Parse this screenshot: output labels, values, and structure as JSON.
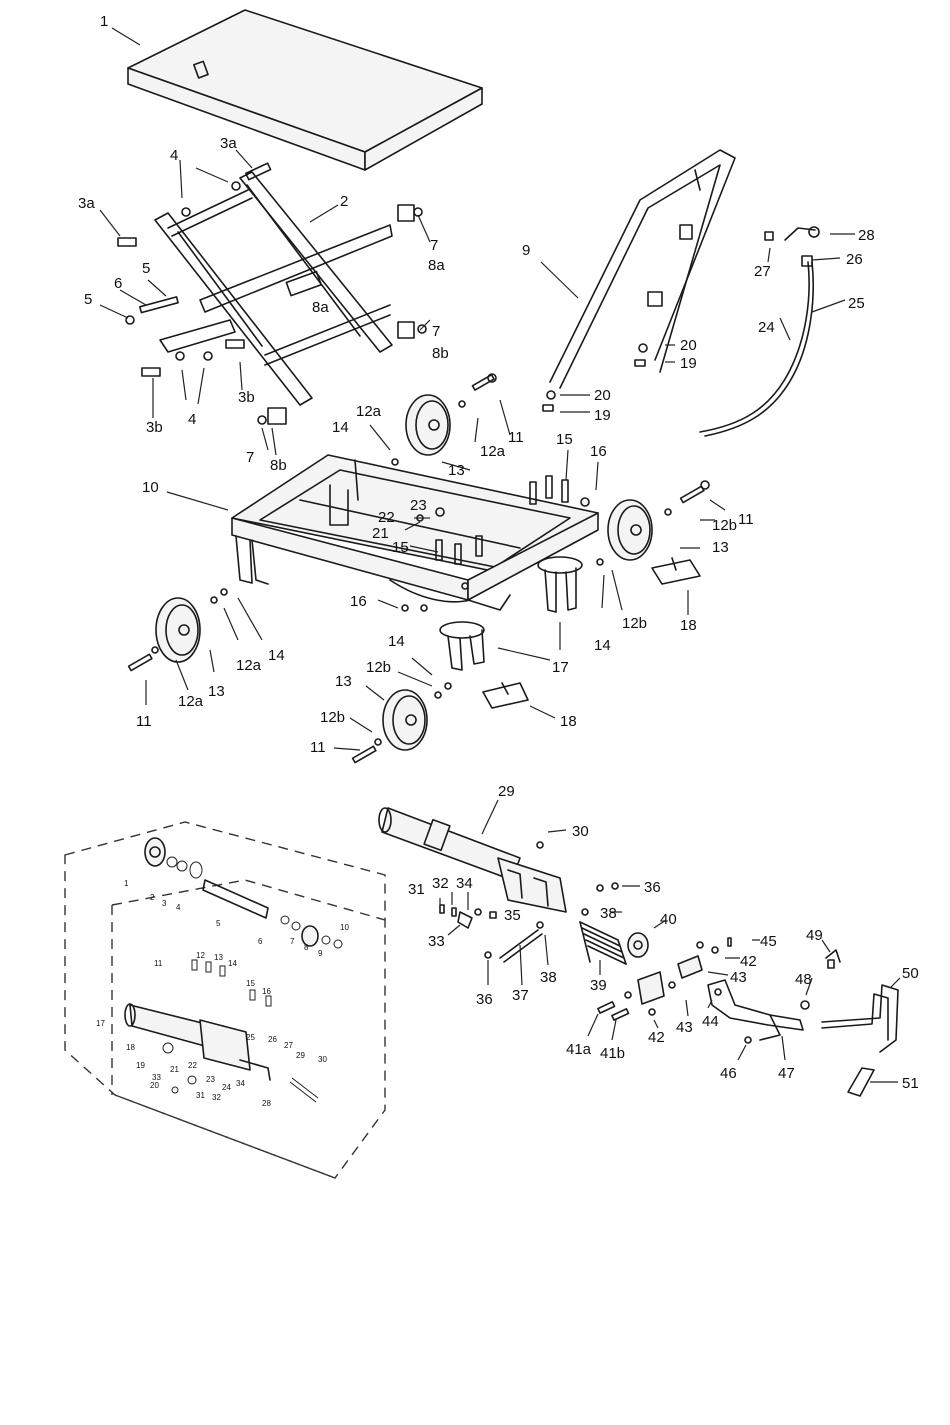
{
  "labels": {
    "l1": "1",
    "l2": "2",
    "l3a_top": "3a",
    "l3a_left": "3a",
    "l3b_mid": "3b",
    "l3b_low": "3b",
    "l4_top": "4",
    "l4_low": "4",
    "l5_a": "5",
    "l5_b": "5",
    "l6": "6",
    "l7_a": "7",
    "l7_b": "7",
    "l7_c": "7",
    "l8a_a": "8a",
    "l8a_b": "8a",
    "l8b_a": "8b",
    "l8b_b": "8b",
    "l9": "9",
    "l10": "10",
    "l11_a": "11",
    "l11_b": "11",
    "l11_c": "11",
    "l11_d": "11",
    "l12a_a": "12a",
    "l12a_b": "12a",
    "l12a_c": "12a",
    "l12a_d": "12a",
    "l12b_a": "12b",
    "l12b_b": "12b",
    "l12b_c": "12b",
    "l12b_d": "12b",
    "l13_a": "13",
    "l13_b": "13",
    "l13_c": "13",
    "l13_d": "13",
    "l14_a": "14",
    "l14_b": "14",
    "l14_c": "14",
    "l14_d": "14",
    "l15_a": "15",
    "l15_b": "15",
    "l16_a": "16",
    "l16_b": "16",
    "l17": "17",
    "l18_a": "18",
    "l18_b": "18",
    "l19_a": "19",
    "l19_b": "19",
    "l20_a": "20",
    "l20_b": "20",
    "l21": "21",
    "l22": "22",
    "l23": "23",
    "l24": "24",
    "l25": "25",
    "l26": "26",
    "l27": "27",
    "l28": "28",
    "l29": "29",
    "l30": "30",
    "l31": "31",
    "l32": "32",
    "l33": "33",
    "l34": "34",
    "l35": "35",
    "l36_a": "36",
    "l36_b": "36",
    "l37": "37",
    "l38_a": "38",
    "l38_b": "38",
    "l39": "39",
    "l40": "40",
    "l41a": "41a",
    "l41b": "41b",
    "l42_a": "42",
    "l42_b": "42",
    "l43_a": "43",
    "l43_b": "43",
    "l44": "44",
    "l45": "45",
    "l46": "46",
    "l47": "47",
    "l48": "48",
    "l49": "49",
    "l50": "50",
    "l51": "51"
  },
  "inset_labels": [
    "1",
    "2",
    "3",
    "4",
    "5",
    "6",
    "7",
    "8",
    "9",
    "10",
    "11",
    "12",
    "13",
    "14",
    "15",
    "16",
    "17",
    "18",
    "19",
    "20",
    "21",
    "22",
    "23",
    "24",
    "25",
    "26",
    "27",
    "28",
    "29",
    "30",
    "31",
    "32",
    "33",
    "34"
  ]
}
